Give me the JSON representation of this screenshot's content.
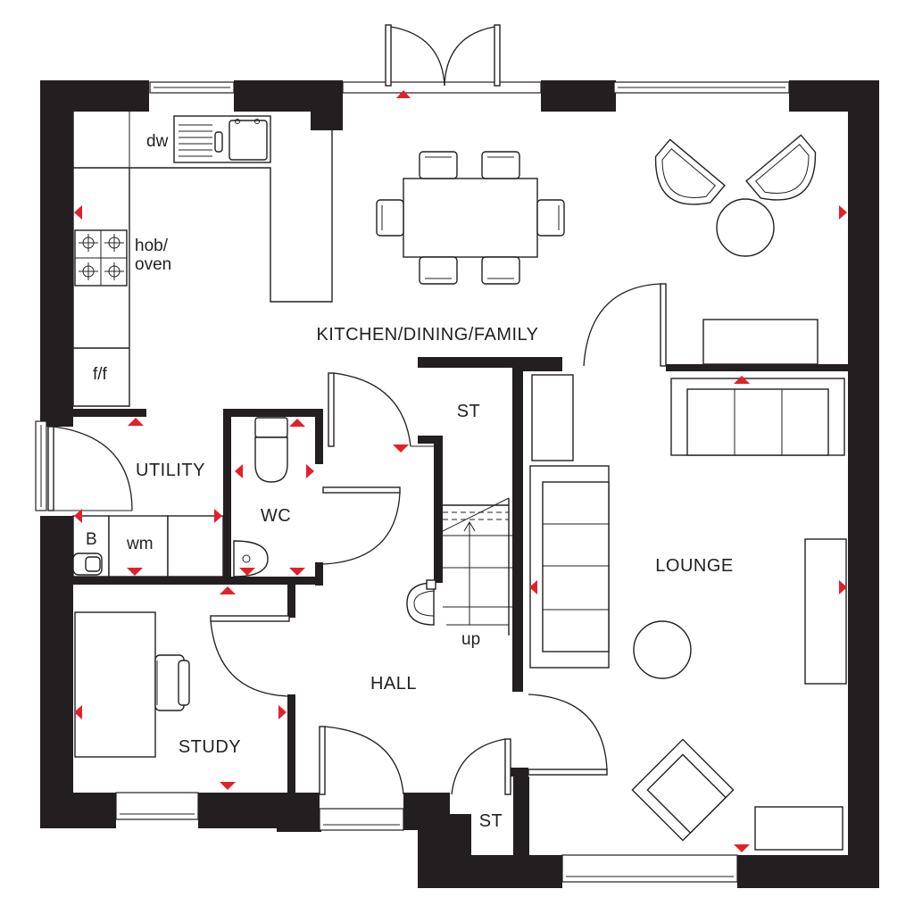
{
  "rooms": {
    "kitchen": "KITCHEN/DINING/FAMILY",
    "utility": "UTILITY",
    "wc": "WC",
    "study": "STUDY",
    "hall": "HALL",
    "lounge": "LOUNGE",
    "store_upper": "ST",
    "store_lower": "ST"
  },
  "fixtures": {
    "dishwasher": "dw",
    "hob_line1": "hob/",
    "hob_line2": "oven",
    "fridge_freezer": "f/f",
    "boiler": "B",
    "washing_machine": "wm",
    "stairs_direction": "up"
  },
  "colors": {
    "wall": "#231f20",
    "measurement_marker": "#e3202a",
    "background": "#ffffff"
  }
}
